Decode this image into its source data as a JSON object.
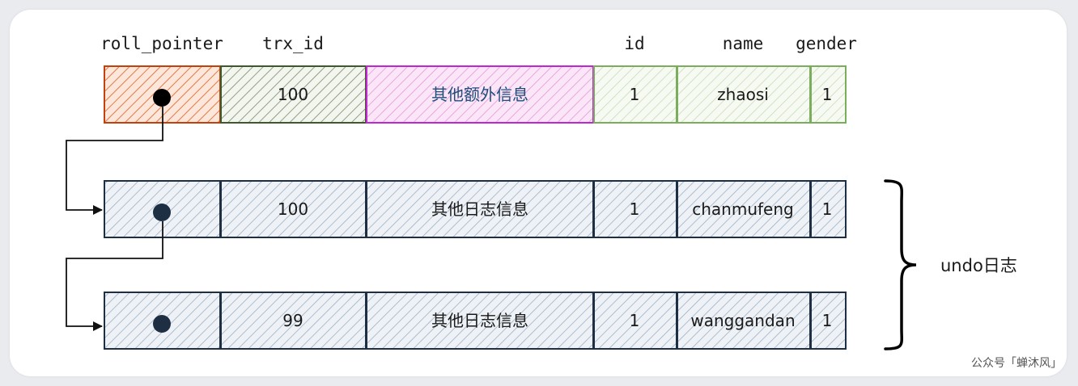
{
  "headers": {
    "roll_pointer": "roll_pointer",
    "trx_id": "trx_id",
    "id": "id",
    "name": "name",
    "gender": "gender"
  },
  "current_row": {
    "trx_id": "100",
    "extra": "其他额外信息",
    "id": "1",
    "name": "zhaosi",
    "gender": "1"
  },
  "undo_rows": [
    {
      "trx_id": "100",
      "extra": "其他日志信息",
      "id": "1",
      "name": "chanmufeng",
      "gender": "1"
    },
    {
      "trx_id": "99",
      "extra": "其他日志信息",
      "id": "1",
      "name": "wanggandan",
      "gender": "1"
    }
  ],
  "undo_label": "undo日志",
  "watermark": "公众号「蝉沐风」",
  "colors": {
    "roll_pointer_fill": "#fbd8c4",
    "roll_pointer_stroke": "#c2410c",
    "trx_id_stroke": "#3f5a2a",
    "extra_fill": "#f3c6ee",
    "extra_stroke": "#c026d3",
    "data_stroke": "#7aae5c",
    "undo_stroke": "#1e2f44",
    "undo_fill": "#dfe6ee"
  }
}
